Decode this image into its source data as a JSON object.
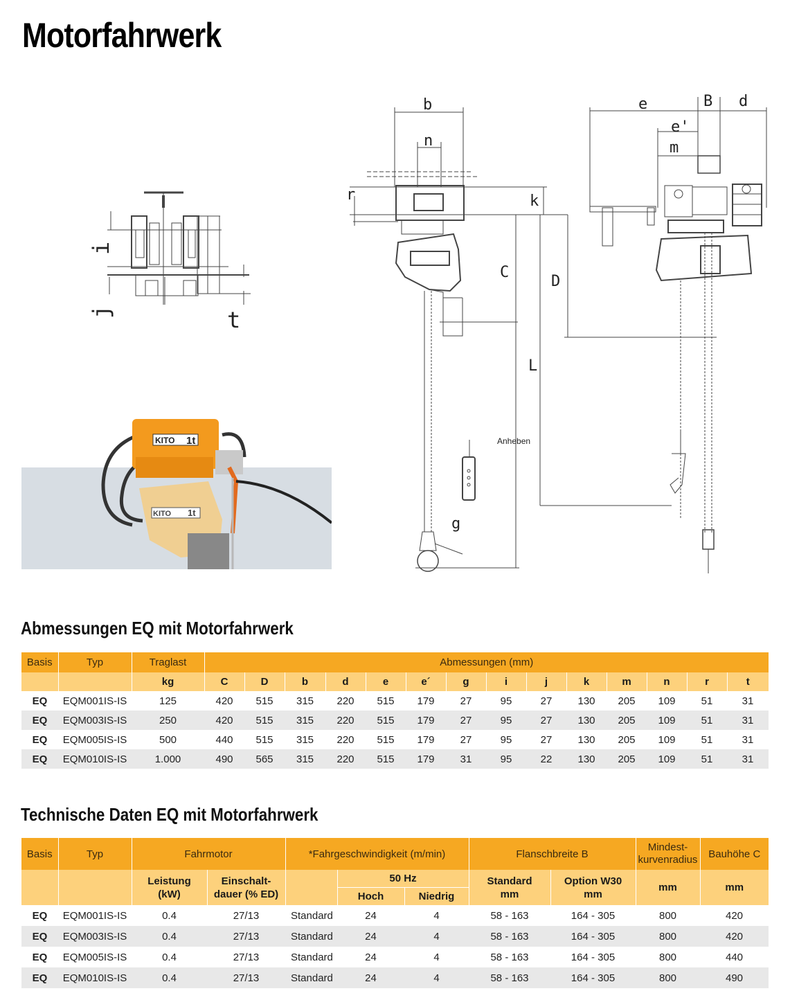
{
  "page": {
    "title": "Motorfahrwerk"
  },
  "drawing": {
    "labels": {
      "b": "b",
      "n": "n",
      "r": "r",
      "k": "k",
      "C": "C",
      "D": "D",
      "L": "L",
      "g": "g",
      "e": "e",
      "e_prime": "e'",
      "B": "B",
      "d": "d",
      "m": "m",
      "i": "i",
      "j": "j",
      "t": "t",
      "anheben": "Anheben"
    }
  },
  "photo": {
    "brand": "KITO",
    "capacity": "1t"
  },
  "table1": {
    "heading": "Abmessungen EQ mit Motorfahrwerk",
    "header": {
      "basis": "Basis",
      "typ": "Typ",
      "traglast": "Traglast",
      "abmessungen": "Abmessungen (mm)"
    },
    "subheader": [
      "kg",
      "C",
      "D",
      "b",
      "d",
      "e",
      "e´",
      "g",
      "i",
      "j",
      "k",
      "m",
      "n",
      "r",
      "t"
    ],
    "rows": [
      [
        "EQ",
        "EQM001IS-IS",
        "125",
        "420",
        "515",
        "315",
        "220",
        "515",
        "179",
        "27",
        "95",
        "27",
        "130",
        "205",
        "109",
        "51",
        "31"
      ],
      [
        "EQ",
        "EQM003IS-IS",
        "250",
        "420",
        "515",
        "315",
        "220",
        "515",
        "179",
        "27",
        "95",
        "27",
        "130",
        "205",
        "109",
        "51",
        "31"
      ],
      [
        "EQ",
        "EQM005IS-IS",
        "500",
        "440",
        "515",
        "315",
        "220",
        "515",
        "179",
        "27",
        "95",
        "27",
        "130",
        "205",
        "109",
        "51",
        "31"
      ],
      [
        "EQ",
        "EQM010IS-IS",
        "1.000",
        "490",
        "565",
        "315",
        "220",
        "515",
        "179",
        "31",
        "95",
        "22",
        "130",
        "205",
        "109",
        "51",
        "31"
      ]
    ]
  },
  "table2": {
    "heading": "Technische Daten EQ mit Motorfahrwerk",
    "header": {
      "basis": "Basis",
      "typ": "Typ",
      "fahrmotor": "Fahrmotor",
      "geschwindigkeit": "*Fahrgeschwindigkeit (m/min)",
      "flansch": "Flanschbreite B",
      "mindest": "Mindest-\nkurvenradius",
      "bauhoehe": "Bauhöhe C"
    },
    "subheader": {
      "leistung": "Leistung\n(kW)",
      "einschalt": "Einschalt-\ndauer (% ED)",
      "hz": "50 Hz",
      "hoch": "Hoch",
      "niedrig": "Niedrig",
      "standard": "Standard\nmm",
      "option": "Option W30\nmm",
      "mm1": "mm",
      "mm2": "mm"
    },
    "rows": [
      [
        "EQ",
        "EQM001IS-IS",
        "0.4",
        "27/13",
        "Standard",
        "24",
        "4",
        "58 - 163",
        "164 - 305",
        "800",
        "420"
      ],
      [
        "EQ",
        "EQM003IS-IS",
        "0.4",
        "27/13",
        "Standard",
        "24",
        "4",
        "58 - 163",
        "164 - 305",
        "800",
        "420"
      ],
      [
        "EQ",
        "EQM005IS-IS",
        "0.4",
        "27/13",
        "Standard",
        "24",
        "4",
        "58 - 163",
        "164 - 305",
        "800",
        "440"
      ],
      [
        "EQ",
        "EQM010IS-IS",
        "0.4",
        "27/13",
        "Standard",
        "24",
        "4",
        "58 - 163",
        "164 - 305",
        "800",
        "490"
      ]
    ]
  }
}
